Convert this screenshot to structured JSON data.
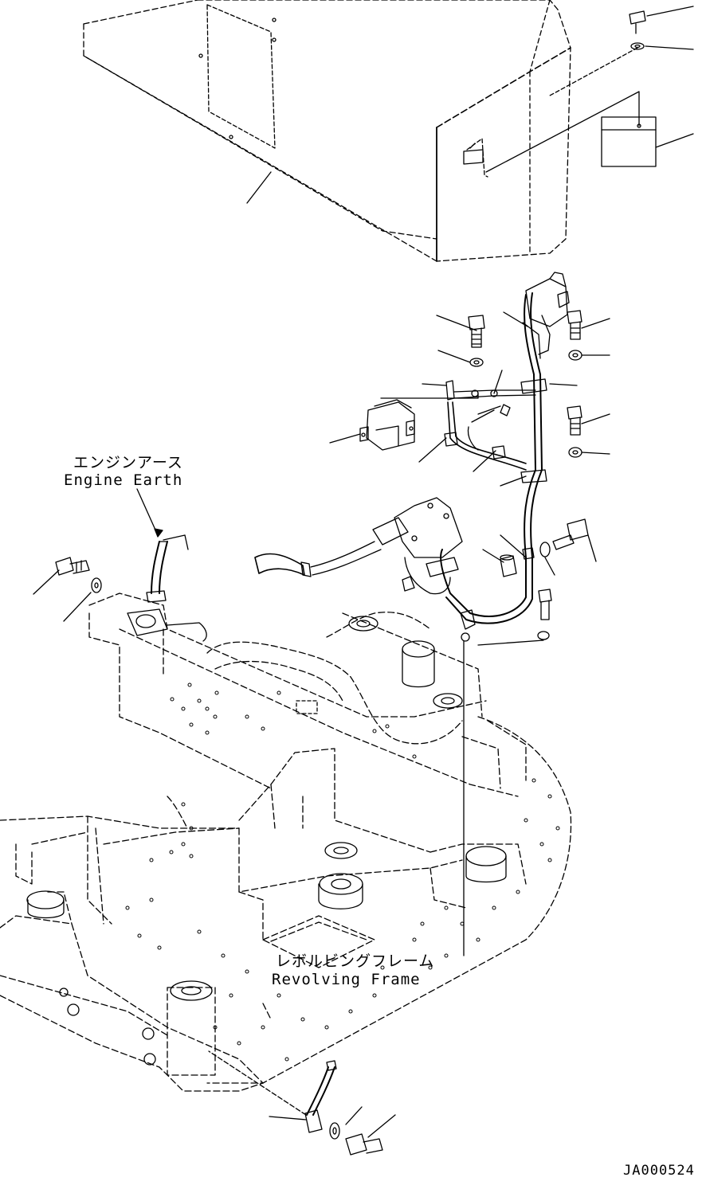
{
  "labels": {
    "engine_earth_jp": "エンジンアース",
    "engine_earth_en": "Engine Earth",
    "revolving_frame_jp": "レボルビングフレーム",
    "revolving_frame_en": "Revolving Frame",
    "drawing_code": "JA000524"
  },
  "colors": {
    "ink": "#000000",
    "background": "#ffffff"
  }
}
